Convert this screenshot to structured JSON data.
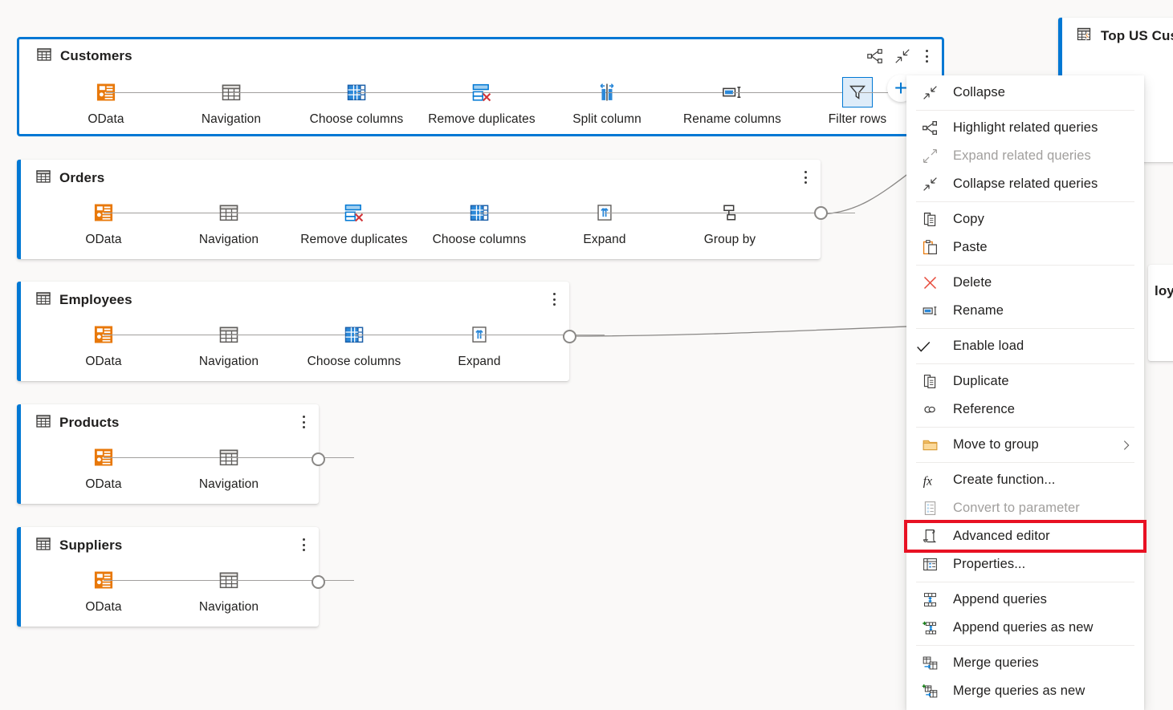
{
  "app": {
    "view": "power-query-diagram-view"
  },
  "queries": [
    {
      "name": "Customers",
      "selected": true,
      "icon": "table-icon",
      "steps": [
        {
          "label": "OData",
          "icon": "odata-icon"
        },
        {
          "label": "Navigation",
          "icon": "table-icon"
        },
        {
          "label": "Choose columns",
          "icon": "choose-columns-icon"
        },
        {
          "label": "Remove duplicates",
          "icon": "remove-duplicates-icon"
        },
        {
          "label": "Split column",
          "icon": "split-column-icon"
        },
        {
          "label": "Rename columns",
          "icon": "rename-columns-icon"
        },
        {
          "label": "Filter rows",
          "icon": "filter-rows-icon",
          "selected": true
        }
      ]
    },
    {
      "name": "Orders",
      "selected": false,
      "icon": "table-icon",
      "steps": [
        {
          "label": "OData",
          "icon": "odata-icon"
        },
        {
          "label": "Navigation",
          "icon": "table-icon"
        },
        {
          "label": "Remove duplicates",
          "icon": "remove-duplicates-icon"
        },
        {
          "label": "Choose columns",
          "icon": "choose-columns-icon"
        },
        {
          "label": "Expand",
          "icon": "expand-icon"
        },
        {
          "label": "Group by",
          "icon": "group-by-icon"
        }
      ]
    },
    {
      "name": "Employees",
      "selected": false,
      "icon": "table-icon",
      "steps": [
        {
          "label": "OData",
          "icon": "odata-icon"
        },
        {
          "label": "Navigation",
          "icon": "table-icon"
        },
        {
          "label": "Choose columns",
          "icon": "choose-columns-icon"
        },
        {
          "label": "Expand",
          "icon": "expand-icon"
        }
      ]
    },
    {
      "name": "Products",
      "selected": false,
      "icon": "table-icon",
      "steps": [
        {
          "label": "OData",
          "icon": "odata-icon"
        },
        {
          "label": "Navigation",
          "icon": "table-icon"
        }
      ]
    },
    {
      "name": "Suppliers",
      "selected": false,
      "icon": "table-icon",
      "steps": [
        {
          "label": "OData",
          "icon": "odata-icon"
        },
        {
          "label": "Navigation",
          "icon": "table-icon"
        }
      ]
    }
  ],
  "right_cards": [
    {
      "name": "Top US Cust",
      "icon": "table-lightning-icon"
    },
    {
      "name": "loye",
      "icon": ""
    }
  ],
  "card_tools": {
    "highlight_related": "highlight-related-icon",
    "collapse": "collapse-icon",
    "more": "more-options-icon"
  },
  "add_step_button": {
    "label": "+",
    "name": "add-step-button"
  },
  "context_menu": {
    "items": [
      {
        "label": "Collapse",
        "icon": "collapse-icon",
        "disabled": false,
        "sep_after": true
      },
      {
        "label": "Highlight related queries",
        "icon": "highlight-related-icon",
        "disabled": false
      },
      {
        "label": "Expand related queries",
        "icon": "expand-related-icon",
        "disabled": true
      },
      {
        "label": "Collapse related queries",
        "icon": "collapse-related-icon",
        "disabled": false,
        "sep_after": true
      },
      {
        "label": "Copy",
        "icon": "copy-icon",
        "disabled": false
      },
      {
        "label": "Paste",
        "icon": "paste-icon",
        "disabled": false,
        "sep_after": true
      },
      {
        "label": "Delete",
        "icon": "delete-icon",
        "disabled": false
      },
      {
        "label": "Rename",
        "icon": "rename-icon",
        "disabled": false,
        "sep_after": true
      },
      {
        "label": "Enable load",
        "icon": "checkmark-icon",
        "disabled": false,
        "checked": true,
        "sep_after": true
      },
      {
        "label": "Duplicate",
        "icon": "duplicate-icon",
        "disabled": false
      },
      {
        "label": "Reference",
        "icon": "reference-icon",
        "disabled": false,
        "sep_after": true
      },
      {
        "label": "Move to group",
        "icon": "folder-icon",
        "disabled": false,
        "submenu": true,
        "sep_after": true
      },
      {
        "label": "Create function...",
        "icon": "function-icon",
        "disabled": false
      },
      {
        "label": "Convert to parameter",
        "icon": "parameter-icon",
        "disabled": true
      },
      {
        "label": "Advanced editor",
        "icon": "advanced-editor-icon",
        "disabled": false,
        "highlighted": true
      },
      {
        "label": "Properties...",
        "icon": "properties-icon",
        "disabled": false,
        "sep_after": true
      },
      {
        "label": "Append queries",
        "icon": "append-queries-icon",
        "disabled": false
      },
      {
        "label": "Append queries as new",
        "icon": "append-queries-new-icon",
        "disabled": false,
        "sep_after": true
      },
      {
        "label": "Merge queries",
        "icon": "merge-queries-icon",
        "disabled": false
      },
      {
        "label": "Merge queries as new",
        "icon": "merge-queries-new-icon",
        "disabled": false
      }
    ]
  },
  "colors": {
    "accent": "#0078d4",
    "odata_orange": "#e8780a",
    "highlight_red": "#e81123",
    "delete_red": "#d13438",
    "canvas": "#faf9f8"
  }
}
